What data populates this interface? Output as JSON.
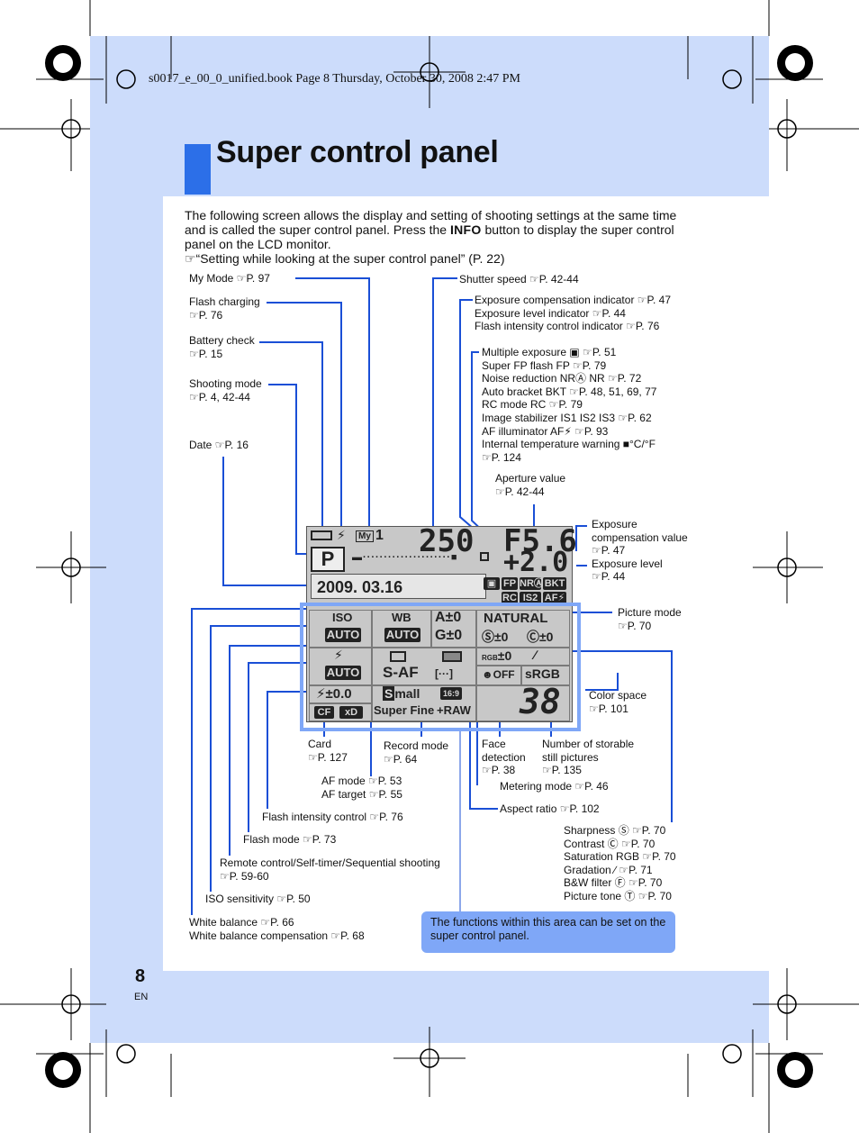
{
  "header": "s0017_e_00_0_unified.book  Page 8  Thursday, October 30, 2008  2:47 PM",
  "title": "Super control panel",
  "intro": {
    "line1": "The following screen allows the display and setting of shooting settings at the same time",
    "line2a": "and is called the super control panel. Press the ",
    "info_btn": "INFO",
    "line2b": " button to display the super control",
    "line3": "panel on the LCD monitor.",
    "line4": "☞“Setting while looking at the super control panel” (P. 22)"
  },
  "labels": {
    "my_mode": "My Mode ☞P. 97",
    "flash_charging": "Flash charging",
    "flash_charging_ref": "☞P. 76",
    "battery_check": "Battery check",
    "battery_check_ref": "☞P. 15",
    "shooting_mode": "Shooting mode",
    "shooting_mode_ref": "☞P. 4, 42-44",
    "date": "Date ☞P. 16",
    "shutter_speed": "Shutter speed ☞P. 42-44",
    "exp_comp_ind": "Exposure compensation indicator ☞P. 47",
    "exp_level_ind": "Exposure level indicator ☞P. 44",
    "flash_int_ind": "Flash intensity control indicator ☞P. 76",
    "multi_exp": "Multiple exposure ▣ ☞P. 51",
    "super_fp": "Super FP flash FP ☞P. 79",
    "noise_red": "Noise reduction NRⒶ NR ☞P. 72",
    "auto_bracket": "Auto bracket BKT ☞P. 48, 51, 69, 77",
    "rc_mode": "RC mode RC ☞P. 79",
    "image_stab": "Image stabilizer IS1 IS2 IS3 ☞P. 62",
    "af_illum": "AF illuminator AF⚡ ☞P. 93",
    "int_temp": "Internal temperature warning ■°C/°F",
    "int_temp_ref": "☞P. 124",
    "aperture": "Aperture value",
    "aperture_ref": "☞P. 42-44",
    "exp_comp_val1": "Exposure",
    "exp_comp_val2": "compensation value",
    "exp_comp_val_ref": "☞P. 47",
    "exp_level": "Exposure level",
    "exp_level_ref": "☞P. 44",
    "picture_mode": "Picture mode",
    "picture_mode_ref": "☞P. 70",
    "color_space": "Color space",
    "color_space_ref": "☞P. 101",
    "card": "Card",
    "card_ref": "☞P. 127",
    "record_mode": "Record mode",
    "record_mode_ref": "☞P. 64",
    "face1": "Face",
    "face2": "detection",
    "face_ref": "☞P. 38",
    "storable1": "Number of storable",
    "storable2": "still pictures",
    "storable_ref": "☞P. 135",
    "af_mode": "AF mode ☞P. 53",
    "af_target": "AF target ☞P. 55",
    "metering": "Metering mode ☞P. 46",
    "aspect": "Aspect ratio ☞P. 102",
    "flash_int": "Flash intensity control ☞P. 76",
    "flash_mode": "Flash mode ☞P. 73",
    "remote": "Remote control/Self-timer/Sequential shooting",
    "remote_ref": "☞P. 59-60",
    "iso": "ISO sensitivity ☞P. 50",
    "sharpness": "Sharpness Ⓢ ☞P. 70",
    "contrast": "Contrast Ⓒ ☞P. 70",
    "saturation": "Saturation RGB ☞P. 70",
    "gradation": "Gradation ∕ ☞P. 71",
    "bw_filter": "B&W filter Ⓕ ☞P. 70",
    "picture_tone": "Picture tone Ⓣ ☞P. 70",
    "wb": "White balance ☞P. 66",
    "wb_comp": "White balance compensation ☞P. 68"
  },
  "note": "The functions within this area can be set on the super control panel.",
  "page": {
    "number": "8",
    "lang": "EN"
  },
  "lcd": {
    "mode": "P",
    "shutter": "250",
    "aperture": "F5.6",
    "exp_comp": "+2.0",
    "date": "2009. 03.16",
    "my": "My",
    "my_num": "1",
    "iso_label": "ISO",
    "auto1": "AUTO",
    "wb_label": "WB",
    "auto2": "AUTO",
    "a_val": "A±0",
    "g_val": "G±0",
    "natural": "NATURAL",
    "sharp_val": "Ⓢ±0",
    "contrast_val": "Ⓒ±0",
    "sat_val": "±0",
    "auto3": "AUTO",
    "saf": "S-AF",
    "face_off": "OFF",
    "srgb": "sRGB",
    "flash_val": "±0.0",
    "small": "mall",
    "small_s": "S",
    "aspect_val": "16:9",
    "superfine": "Super Fine",
    "raw": "+RAW",
    "cf": "CF",
    "count": "38",
    "fp": "FP",
    "nra": "NRⒶ",
    "bkt": "BKT",
    "rc": "RC",
    "is2": "IS2",
    "afl": "AF⚡"
  },
  "colors": {
    "band": "#ccdcfb",
    "accent": "#2c6fe8",
    "highlight": "#7fa7f7",
    "leader": "#1a4fd6"
  }
}
